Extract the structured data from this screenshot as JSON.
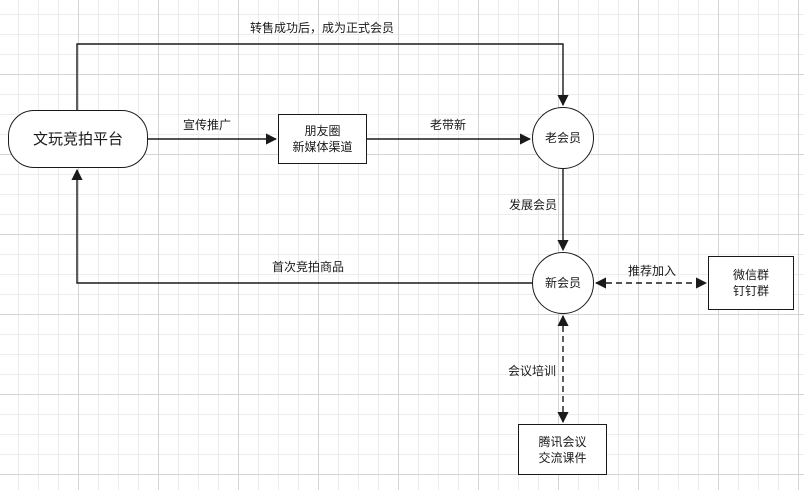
{
  "nodes": {
    "platform": "文玩竞拍平台",
    "media": [
      "朋友圈",
      "新媒体渠道"
    ],
    "old_member": "老会员",
    "new_member": "新会员",
    "wechat": [
      "微信群",
      "钉钉群"
    ],
    "meeting": [
      "腾讯会议",
      "交流课件"
    ]
  },
  "edges": {
    "top_loop": "转售成功后，成为正式会员",
    "promote": "宣传推广",
    "old_brings_new": "老带新",
    "develop": "发展会员",
    "first_bid": "首次竞拍商品",
    "recommend": "推荐加入",
    "training": "会议培训"
  },
  "colors": {
    "line": "#1a1a1a",
    "grid": "#d4d4d4",
    "node_fill": "#ffffff"
  }
}
